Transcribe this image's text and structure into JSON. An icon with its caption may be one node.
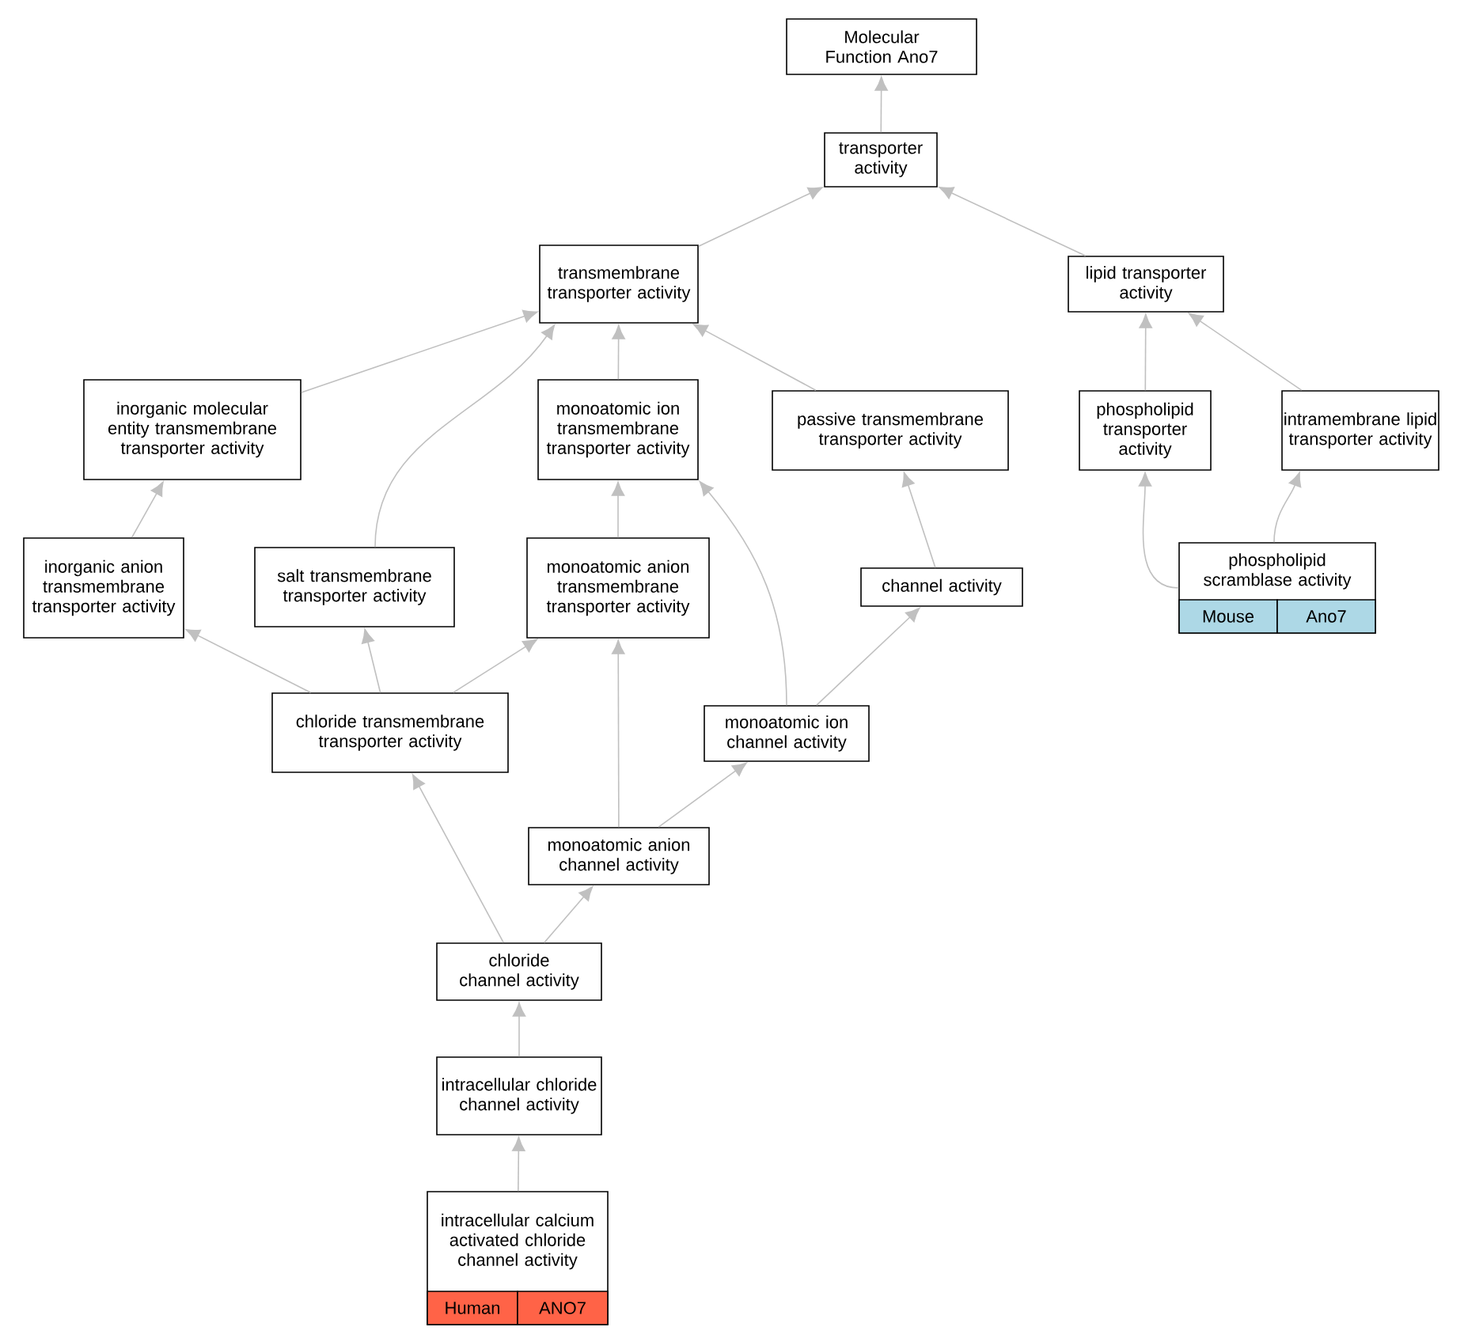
{
  "diagram": {
    "nodes": [
      {
        "text": [
          "Molecular Function Ano7"
        ]
      },
      {
        "text": [
          "transporter activity"
        ]
      },
      {
        "text": [
          "transmembrane transporter activity"
        ]
      },
      {
        "text": [
          "lipid transporter activity"
        ]
      },
      {
        "text": [
          "inorganic molecular entity transmembrane transporter activity"
        ]
      },
      {
        "text": [
          "monoatomic ion transmembrane transporter activity"
        ]
      },
      {
        "text": [
          "passive transmembrane transporter activity"
        ]
      },
      {
        "text": [
          "phospholipid transporter activity"
        ]
      },
      {
        "text": [
          "intramembrane lipid transporter activity"
        ]
      },
      {
        "text": [
          "inorganic anion transmembrane transporter activity"
        ]
      },
      {
        "text": [
          "salt transmembrane transporter activity"
        ]
      },
      {
        "text": [
          "monoatomic anion transmembrane transporter activity"
        ]
      },
      {
        "text": [
          "channel activity"
        ]
      },
      {
        "text": [
          "phospholipid scramblase activity",
          "Mouse",
          "Ano7"
        ]
      },
      {
        "text": [
          "chloride transmembrane transporter activity"
        ]
      },
      {
        "text": [
          "monoatomic ion channel activity"
        ]
      },
      {
        "text": [
          "monoatomic anion channel activity"
        ]
      },
      {
        "text": [
          "chloride channel activity"
        ]
      },
      {
        "text": [
          "intracellular chloride channel activity"
        ]
      },
      {
        "text": [
          "intracellular calcium activated chloride channel activity",
          "Human",
          "ANO7"
        ]
      }
    ],
    "edges": [
      {
        "from": 1,
        "to": 0,
        "arrow": "to"
      },
      {
        "from": 2,
        "to": 1,
        "arrow": "to"
      },
      {
        "from": 3,
        "to": 1,
        "arrow": "to"
      },
      {
        "from": 4,
        "to": 2,
        "arrow": "to"
      },
      {
        "from": 10,
        "to": 2,
        "arrow": "to"
      },
      {
        "from": 5,
        "to": 2,
        "arrow": "to"
      },
      {
        "from": 6,
        "to": 2,
        "arrow": "to"
      },
      {
        "from": 7,
        "to": 3,
        "arrow": "to"
      },
      {
        "from": 8,
        "to": 3,
        "arrow": "to"
      },
      {
        "from": 9,
        "to": 4,
        "arrow": "to"
      },
      {
        "from": 11,
        "to": 5,
        "arrow": "to"
      },
      {
        "from": 15,
        "to": 5,
        "arrow": "to"
      },
      {
        "from": 12,
        "to": 6,
        "arrow": "to"
      },
      {
        "from": 13,
        "to": 7,
        "arrow": "to"
      },
      {
        "from": 13,
        "to": 8,
        "arrow": "to"
      },
      {
        "from": 14,
        "to": 9,
        "arrow": "to"
      },
      {
        "from": 14,
        "to": 10,
        "arrow": "to"
      },
      {
        "from": 14,
        "to": 11,
        "arrow": "to"
      },
      {
        "from": 16,
        "to": 11,
        "arrow": "to"
      },
      {
        "from": 15,
        "to": 12,
        "arrow": "to"
      },
      {
        "from": 16,
        "to": 15,
        "arrow": "to"
      },
      {
        "from": 17,
        "to": 14,
        "arrow": "to"
      },
      {
        "from": 17,
        "to": 16,
        "arrow": "to"
      },
      {
        "from": 18,
        "to": 17,
        "arrow": "to"
      },
      {
        "from": 19,
        "to": 18,
        "arrow": "to"
      }
    ]
  }
}
